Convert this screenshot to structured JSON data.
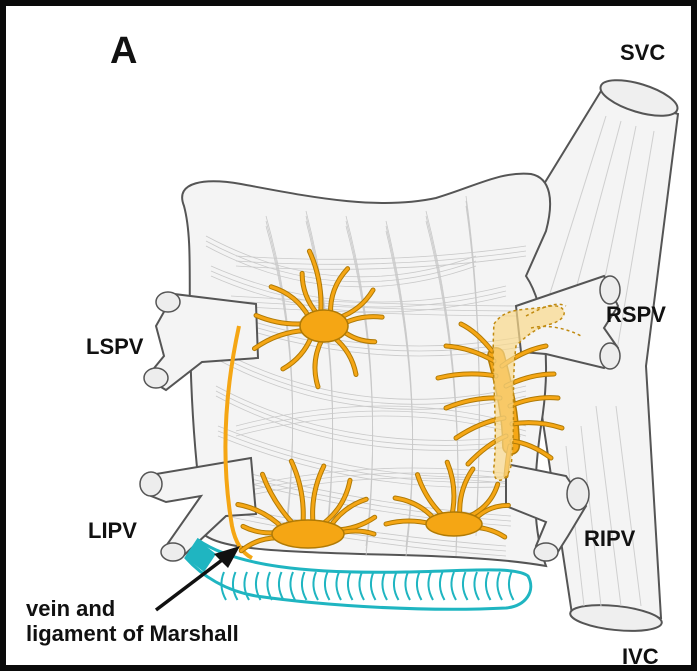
{
  "figure": {
    "panel_label": "A",
    "vessels": {
      "svc": "SVC",
      "rspv": "RSPV",
      "lspv": "LSPV",
      "lipv": "LIPV",
      "ripv": "RIPV",
      "ivc": "IVC"
    },
    "marshall_label": {
      "line1": "vein and",
      "line2": "ligament of Marshall"
    },
    "colors": {
      "ganglia": "#F5A614",
      "ganglia_outline": "#B07A05",
      "marshall_vein": "#1FB5C1",
      "tissue_fill": "#F4F4F4",
      "outline": "#555555",
      "fiber": "#C9C9C9",
      "frame": "#0A0A0A"
    }
  }
}
